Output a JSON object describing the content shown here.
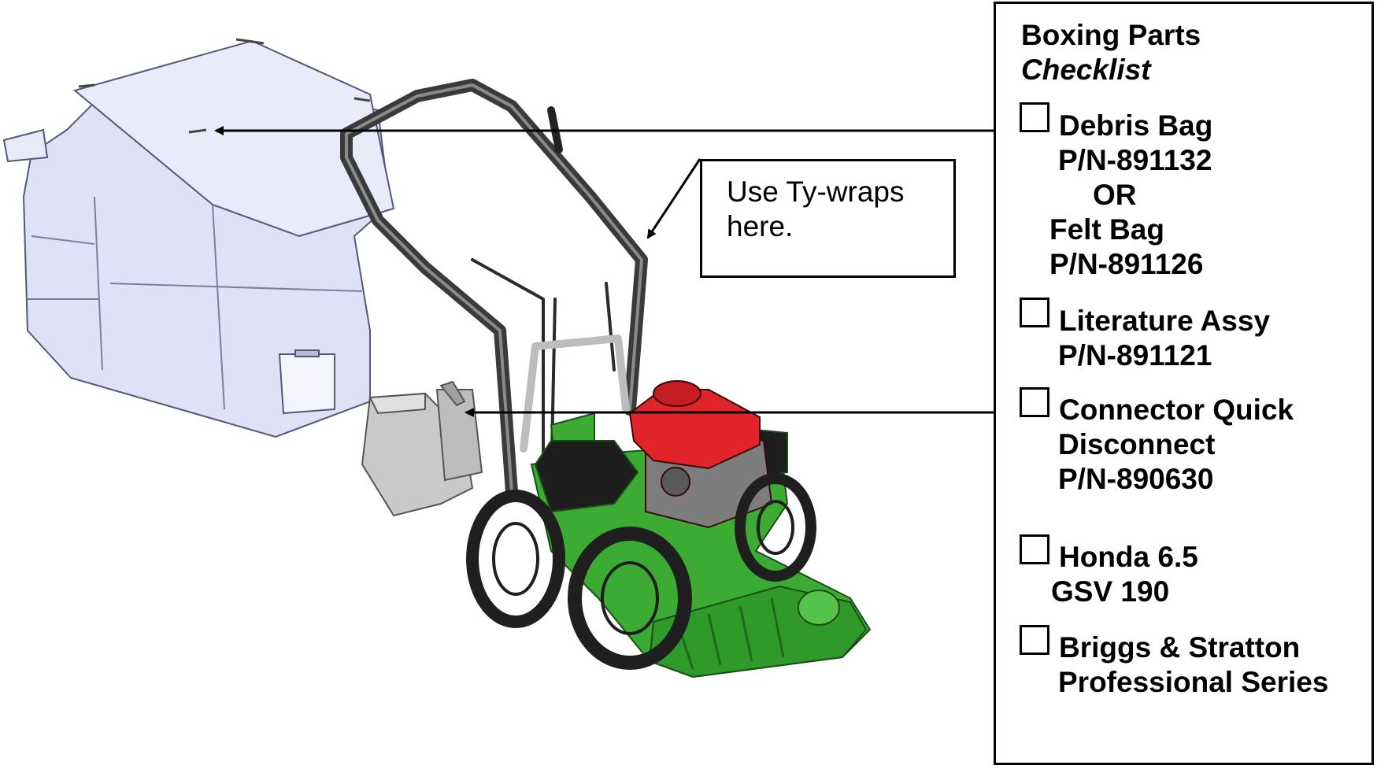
{
  "callout": {
    "text": "Use Ty-wraps\nhere."
  },
  "checklist": {
    "title": "Boxing Parts",
    "subtitle": "Checklist",
    "items": [
      {
        "lines": [
          "Debris Bag",
          "P/N-891132",
          "OR",
          "Felt Bag",
          "P/N-891126"
        ]
      },
      {
        "lines": [
          "Literature Assy",
          "P/N-891121"
        ]
      },
      {
        "lines": [
          "Connector Quick",
          "Disconnect",
          "P/N-890630"
        ]
      },
      {
        "lines": [
          "Honda 6.5",
          "GSV 190"
        ]
      },
      {
        "lines": [
          "Briggs & Stratton",
          "Professional Series"
        ]
      }
    ]
  },
  "colors": {
    "bag_fill": "#dfe1f6",
    "body_green": "#3cab34",
    "engine_red": "#e0242a",
    "engine_gray": "#7d7d7d",
    "handle_dark": "#3a3a3a",
    "connector_gray": "#c9c9c9"
  }
}
